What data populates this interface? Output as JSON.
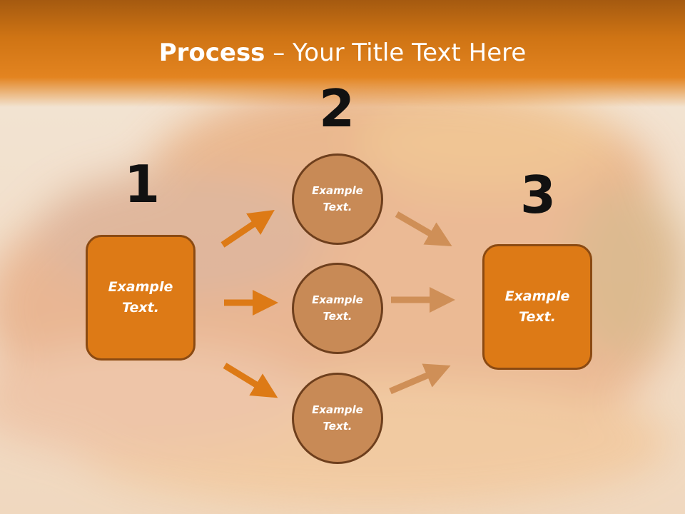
{
  "title": {
    "bold": "Process",
    "rest": " – Your Title Text Here"
  },
  "numbers": [
    "1",
    "2",
    "3"
  ],
  "step1": {
    "text": "Example\nText."
  },
  "step2": [
    {
      "text": "Example\nText."
    },
    {
      "text": "Example\nText."
    },
    {
      "text": "Example\nText."
    }
  ],
  "step3": {
    "text": "Example\nText."
  },
  "colors": {
    "accent": "#dd7a16",
    "circle": "#c88a56",
    "arrow_dark": "#dd7a16",
    "arrow_light": "#cf8f57"
  }
}
